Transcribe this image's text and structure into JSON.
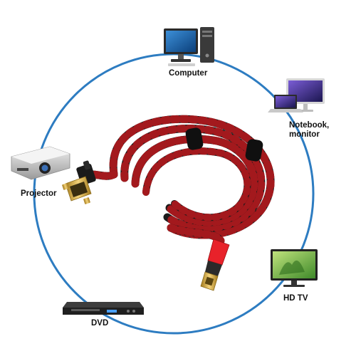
{
  "colors": {
    "ring": "#2d7cc1",
    "braid_black": "#1b1b1b",
    "braid_red": "#a3191d",
    "connector_red": "#e8222a",
    "gold": "#d7a93a"
  },
  "devices": [
    {
      "id": "computer",
      "icon": "desktop-computer-icon",
      "label_lines": [
        "Computer"
      ]
    },
    {
      "id": "notebook",
      "icon": "notebook-monitor-icon",
      "label_lines": [
        "Notebook,",
        "monitor"
      ]
    },
    {
      "id": "projector",
      "icon": "projector-icon",
      "label_lines": [
        "Projector"
      ]
    },
    {
      "id": "hdtv",
      "icon": "hd-tv-icon",
      "label_lines": [
        "HD TV"
      ]
    },
    {
      "id": "dvd",
      "icon": "dvd-player-icon",
      "label_lines": [
        "DVD"
      ]
    }
  ]
}
